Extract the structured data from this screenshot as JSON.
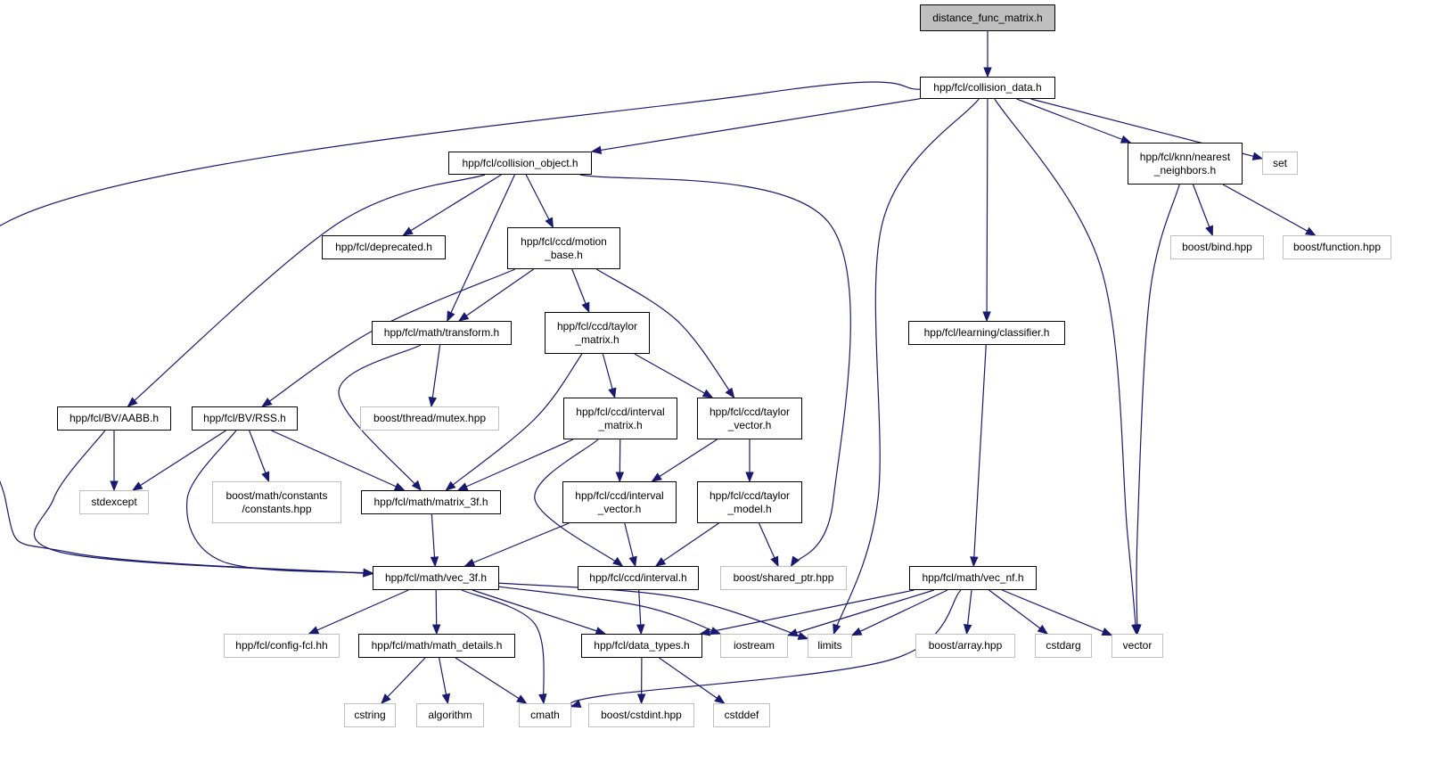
{
  "colors": {
    "edge": "#191970",
    "root_fill": "#bfbfbf",
    "internal_border": "#000000",
    "external_border": "#bfbfbf"
  },
  "nodes": {
    "distance_func_matrix": {
      "lines": [
        "distance_func_matrix.h"
      ],
      "kind": "root"
    },
    "collision_data": {
      "lines": [
        "hpp/fcl/collision_data.h"
      ],
      "kind": "internal"
    },
    "collision_object": {
      "lines": [
        "hpp/fcl/collision_object.h"
      ],
      "kind": "internal"
    },
    "knn_nearest_neighbors": {
      "lines": [
        "hpp/fcl/knn/nearest",
        "_neighbors.h"
      ],
      "kind": "internal"
    },
    "set": {
      "lines": [
        "set"
      ],
      "kind": "external"
    },
    "deprecated": {
      "lines": [
        "hpp/fcl/deprecated.h"
      ],
      "kind": "internal"
    },
    "motion_base": {
      "lines": [
        "hpp/fcl/ccd/motion",
        "_base.h"
      ],
      "kind": "internal"
    },
    "boost_bind": {
      "lines": [
        "boost/bind.hpp"
      ],
      "kind": "external"
    },
    "boost_function": {
      "lines": [
        "boost/function.hpp"
      ],
      "kind": "external"
    },
    "transform": {
      "lines": [
        "hpp/fcl/math/transform.h"
      ],
      "kind": "internal"
    },
    "taylor_matrix": {
      "lines": [
        "hpp/fcl/ccd/taylor",
        "_matrix.h"
      ],
      "kind": "internal"
    },
    "learning_classifier": {
      "lines": [
        "hpp/fcl/learning/classifier.h"
      ],
      "kind": "internal"
    },
    "aabb": {
      "lines": [
        "hpp/fcl/BV/AABB.h"
      ],
      "kind": "internal"
    },
    "rss": {
      "lines": [
        "hpp/fcl/BV/RSS.h"
      ],
      "kind": "internal"
    },
    "boost_thread_mutex": {
      "lines": [
        "boost/thread/mutex.hpp"
      ],
      "kind": "external"
    },
    "interval_matrix": {
      "lines": [
        "hpp/fcl/ccd/interval",
        "_matrix.h"
      ],
      "kind": "internal"
    },
    "taylor_vector": {
      "lines": [
        "hpp/fcl/ccd/taylor",
        "_vector.h"
      ],
      "kind": "internal"
    },
    "stdexcept": {
      "lines": [
        "stdexcept"
      ],
      "kind": "external"
    },
    "boost_constants": {
      "lines": [
        "boost/math/constants",
        "/constants.hpp"
      ],
      "kind": "external"
    },
    "matrix_3f": {
      "lines": [
        "hpp/fcl/math/matrix_3f.h"
      ],
      "kind": "internal"
    },
    "interval_vector": {
      "lines": [
        "hpp/fcl/ccd/interval",
        "_vector.h"
      ],
      "kind": "internal"
    },
    "taylor_model": {
      "lines": [
        "hpp/fcl/ccd/taylor",
        "_model.h"
      ],
      "kind": "internal"
    },
    "vec_3f": {
      "lines": [
        "hpp/fcl/math/vec_3f.h"
      ],
      "kind": "internal"
    },
    "interval": {
      "lines": [
        "hpp/fcl/ccd/interval.h"
      ],
      "kind": "internal"
    },
    "boost_shared_ptr": {
      "lines": [
        "boost/shared_ptr.hpp"
      ],
      "kind": "external"
    },
    "vec_nf": {
      "lines": [
        "hpp/fcl/math/vec_nf.h"
      ],
      "kind": "internal"
    },
    "config_fcl": {
      "lines": [
        "hpp/fcl/config-fcl.hh"
      ],
      "kind": "external"
    },
    "math_details": {
      "lines": [
        "hpp/fcl/math/math_details.h"
      ],
      "kind": "internal"
    },
    "data_types": {
      "lines": [
        "hpp/fcl/data_types.h"
      ],
      "kind": "internal"
    },
    "iostream": {
      "lines": [
        "iostream"
      ],
      "kind": "external"
    },
    "limits": {
      "lines": [
        "limits"
      ],
      "kind": "external"
    },
    "boost_array": {
      "lines": [
        "boost/array.hpp"
      ],
      "kind": "external"
    },
    "cstdarg": {
      "lines": [
        "cstdarg"
      ],
      "kind": "external"
    },
    "vector": {
      "lines": [
        "vector"
      ],
      "kind": "external"
    },
    "cstring": {
      "lines": [
        "cstring"
      ],
      "kind": "external"
    },
    "algorithm": {
      "lines": [
        "algorithm"
      ],
      "kind": "external"
    },
    "cmath": {
      "lines": [
        "cmath"
      ],
      "kind": "external"
    },
    "boost_cstdint": {
      "lines": [
        "boost/cstdint.hpp"
      ],
      "kind": "external"
    },
    "cstddef": {
      "lines": [
        "cstddef"
      ],
      "kind": "external"
    }
  },
  "edges": [
    [
      "distance_func_matrix",
      "collision_data"
    ],
    [
      "collision_data",
      "collision_object"
    ],
    [
      "collision_data",
      "knn_nearest_neighbors"
    ],
    [
      "collision_data",
      "set"
    ],
    [
      "collision_data",
      "learning_classifier"
    ],
    [
      "collision_data",
      "vec_3f"
    ],
    [
      "collision_data",
      "limits"
    ],
    [
      "collision_data",
      "vector"
    ],
    [
      "collision_object",
      "deprecated"
    ],
    [
      "collision_object",
      "motion_base"
    ],
    [
      "collision_object",
      "transform"
    ],
    [
      "collision_object",
      "aabb"
    ],
    [
      "collision_object",
      "boost_shared_ptr"
    ],
    [
      "knn_nearest_neighbors",
      "boost_bind"
    ],
    [
      "knn_nearest_neighbors",
      "boost_function"
    ],
    [
      "knn_nearest_neighbors",
      "vector"
    ],
    [
      "motion_base",
      "transform"
    ],
    [
      "motion_base",
      "taylor_matrix"
    ],
    [
      "motion_base",
      "taylor_vector"
    ],
    [
      "motion_base",
      "rss"
    ],
    [
      "transform",
      "boost_thread_mutex"
    ],
    [
      "transform",
      "matrix_3f"
    ],
    [
      "taylor_matrix",
      "interval_matrix"
    ],
    [
      "taylor_matrix",
      "taylor_vector"
    ],
    [
      "taylor_matrix",
      "matrix_3f"
    ],
    [
      "learning_classifier",
      "vec_nf"
    ],
    [
      "aabb",
      "stdexcept"
    ],
    [
      "aabb",
      "vec_3f"
    ],
    [
      "rss",
      "stdexcept"
    ],
    [
      "rss",
      "boost_constants"
    ],
    [
      "rss",
      "matrix_3f"
    ],
    [
      "rss",
      "vec_3f"
    ],
    [
      "interval_matrix",
      "matrix_3f"
    ],
    [
      "interval_matrix",
      "interval_vector"
    ],
    [
      "interval_matrix",
      "interval"
    ],
    [
      "taylor_vector",
      "interval_vector"
    ],
    [
      "taylor_vector",
      "taylor_model"
    ],
    [
      "matrix_3f",
      "vec_3f"
    ],
    [
      "interval_vector",
      "vec_3f"
    ],
    [
      "interval_vector",
      "interval"
    ],
    [
      "taylor_model",
      "interval"
    ],
    [
      "taylor_model",
      "boost_shared_ptr"
    ],
    [
      "vec_3f",
      "config_fcl"
    ],
    [
      "vec_3f",
      "math_details"
    ],
    [
      "vec_3f",
      "data_types"
    ],
    [
      "vec_3f",
      "iostream"
    ],
    [
      "vec_3f",
      "limits"
    ],
    [
      "vec_3f",
      "cmath"
    ],
    [
      "interval",
      "data_types"
    ],
    [
      "vec_nf",
      "data_types"
    ],
    [
      "vec_nf",
      "iostream"
    ],
    [
      "vec_nf",
      "limits"
    ],
    [
      "vec_nf",
      "boost_array"
    ],
    [
      "vec_nf",
      "cstdarg"
    ],
    [
      "vec_nf",
      "vector"
    ],
    [
      "vec_nf",
      "cmath"
    ],
    [
      "math_details",
      "cstring"
    ],
    [
      "math_details",
      "algorithm"
    ],
    [
      "math_details",
      "cmath"
    ],
    [
      "data_types",
      "boost_cstdint"
    ],
    [
      "data_types",
      "cstddef"
    ]
  ]
}
